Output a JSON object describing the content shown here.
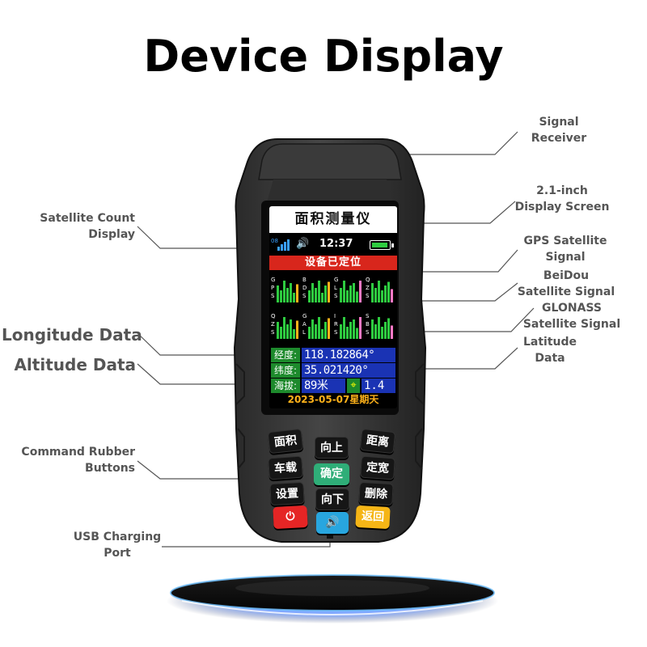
{
  "title": "Device Display",
  "labels": {
    "signal_receiver": [
      "Signal",
      "Receiver"
    ],
    "display_screen": [
      "2.1-inch",
      "Display Screen"
    ],
    "satellite_count": [
      "Satellite Count",
      "Display"
    ],
    "gps_signal": [
      "GPS Satellite",
      "Signal"
    ],
    "beidou_signal": [
      "BeiDou",
      "Satellite Signal"
    ],
    "glonass_signal": [
      "GLONASS",
      "Satellite Signal"
    ],
    "longitude": "Longitude Data",
    "altitude": "Altitude Data",
    "latitude": [
      "Latitude",
      "Data"
    ],
    "buttons": [
      "Command Rubber",
      "Buttons"
    ],
    "usb": [
      "USB Charging",
      "Port"
    ]
  },
  "screen": {
    "title": "面积测量仪",
    "sat_count": "08",
    "time": "12:37",
    "status": "设备已定位",
    "bar_groups_top": [
      "GPS",
      "BDS",
      "GLS",
      "QZS"
    ],
    "bar_groups_bottom": [
      "QZS",
      "GAL",
      "IRS",
      "SBS"
    ],
    "longitude_key": "经度:",
    "longitude_value": "118.182864°",
    "latitude_key": "纬度:",
    "latitude_value": "35.021420°",
    "altitude_key": "海拔:",
    "altitude_value": "89米",
    "accuracy_icon": "crosshair-icon",
    "accuracy_value": "1.4",
    "date": "2023-05-07星期天"
  },
  "buttons": {
    "area": "面积",
    "up": "向上",
    "distance": "距离",
    "vehicle": "车载",
    "confirm": "确定",
    "width": "定宽",
    "settings": "设置",
    "down": "向下",
    "delete": "删除",
    "power_icon": "power-icon",
    "volume_icon": "speaker-icon",
    "back": "返回"
  },
  "colors": {
    "bar_green": "#2ecc40",
    "bar_orange": "#ffb21a",
    "bar_pink": "#ff79c6",
    "status_red": "#d8261c",
    "data_blue": "#1a33b4",
    "key_green": "#1d8a2c",
    "date_orange": "#ffb21a"
  }
}
